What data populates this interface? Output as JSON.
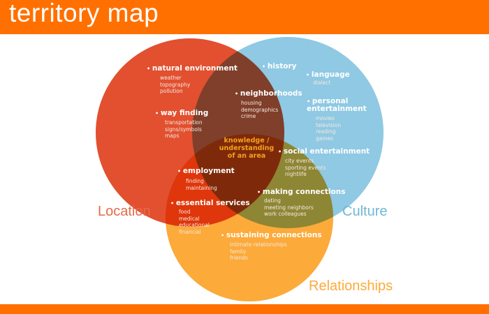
{
  "title": "territory map",
  "colors": {
    "header": "#ff7000",
    "location": "#e2502f",
    "culture": "#8fc9e3",
    "relationships": "#fcaa3a"
  },
  "circles": {
    "location": "Location",
    "culture": "Culture",
    "relationships": "Relationships"
  },
  "center": "knowledge / understanding of an area",
  "topics": [
    {
      "title": "natural environment",
      "items": "weather\ntopography\npollution"
    },
    {
      "title": "way finding",
      "items": "transportation\nsigns/symbols\nmaps"
    },
    {
      "title": "neighborhoods",
      "items": "housing\ndemographics\ncrime"
    },
    {
      "title": "history",
      "items": ""
    },
    {
      "title": "language",
      "items": "dialect"
    },
    {
      "title": "personal entertainment",
      "items": "movies\ntelevision\nreading\ngames"
    },
    {
      "title": "social entertainment",
      "items": "city events\nsporting events\nnightlife"
    },
    {
      "title": "employment",
      "items": "finding\nmaintaining"
    },
    {
      "title": "making connections",
      "items": "dating\nmeeting neighbors\nwork colleagues"
    },
    {
      "title": "essential services",
      "items": "food\nmedical\neducational\nfinancial"
    },
    {
      "title": "sustaining connections",
      "items": "intimate relationships\nfamily\nfriends"
    }
  ]
}
